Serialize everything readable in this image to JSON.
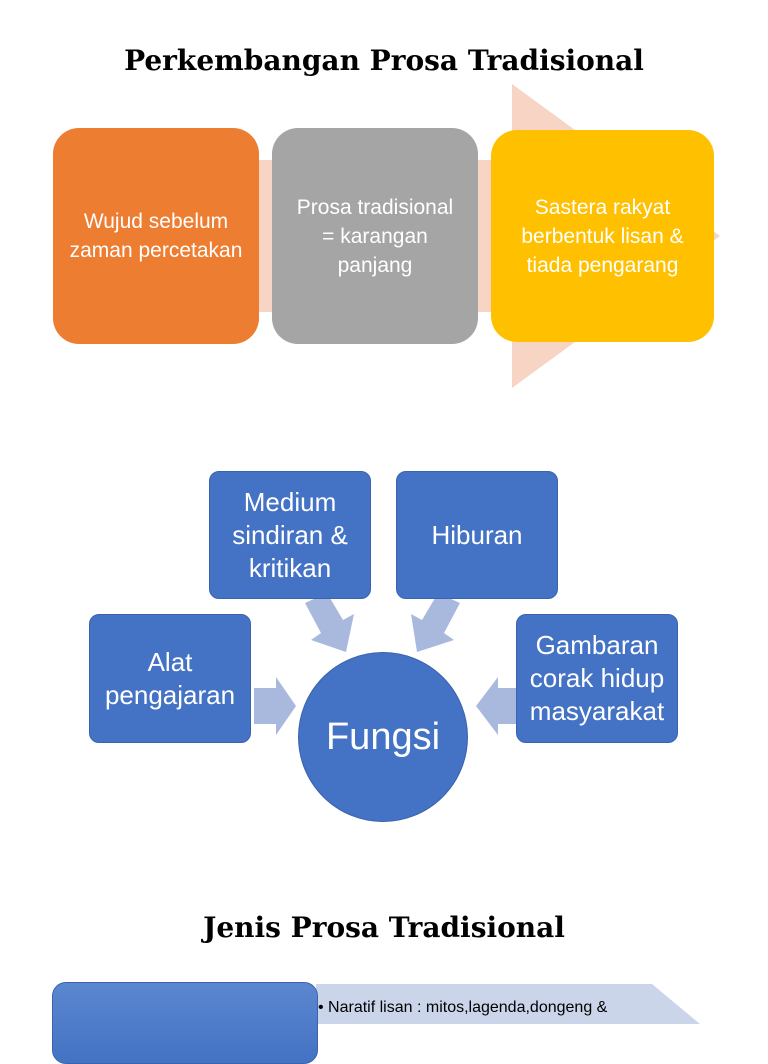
{
  "section1": {
    "title": "Perkembangan Prosa Tradisional",
    "steps": [
      {
        "text": "Wujud sebelum zaman percetakan",
        "color": "#ED7D31"
      },
      {
        "text": "Prosa tradisional = karangan panjang",
        "color": "#A5A5A5"
      },
      {
        "text": "Sastera rakyat berbentuk lisan & tiada pengarang",
        "color": "#FFC000"
      }
    ],
    "arrow_color": "#F8D4C4"
  },
  "section2": {
    "center": "Fungsi",
    "items": {
      "medium": "Medium sindiran & kritikan",
      "hiburan": "Hiburan",
      "alat": "Alat pengajaran",
      "gambaran": "Gambaran corak hidup masyarakat"
    },
    "box_color": "#4472C4",
    "arrow_color": "#A9B9DE"
  },
  "section3": {
    "title": "Jenis Prosa Tradisional",
    "bullet": "• Naratif lisan : mitos,lagenda,dongeng &"
  }
}
